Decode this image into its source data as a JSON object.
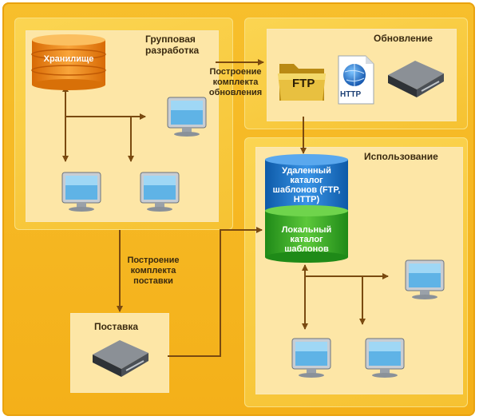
{
  "panels": {
    "group_dev": {
      "title": "Групповая разработка"
    },
    "update": {
      "title": "Обновление"
    },
    "usage": {
      "title": "Использование"
    },
    "delivery": {
      "title": "Поставка"
    }
  },
  "storage": {
    "label": "Хранилище"
  },
  "arrows": {
    "build_update": "Построение комплекта обновления",
    "build_delivery": "Построение комплекта поставки"
  },
  "update_icons": {
    "ftp": "FTP",
    "http": "HTTP"
  },
  "catalogs": {
    "remote": "Удаленный каталог шаблонов (FTP, HTTP)",
    "local": "Локальный каталог шаблонов"
  },
  "colors": {
    "outer": "#f4b019",
    "panel": "#fbd552",
    "inner": "#fde6a6",
    "line": "#7a4a10",
    "remote_db": "#1f74c8",
    "local_db": "#3aa625",
    "storage_db": "#f08a0c"
  }
}
